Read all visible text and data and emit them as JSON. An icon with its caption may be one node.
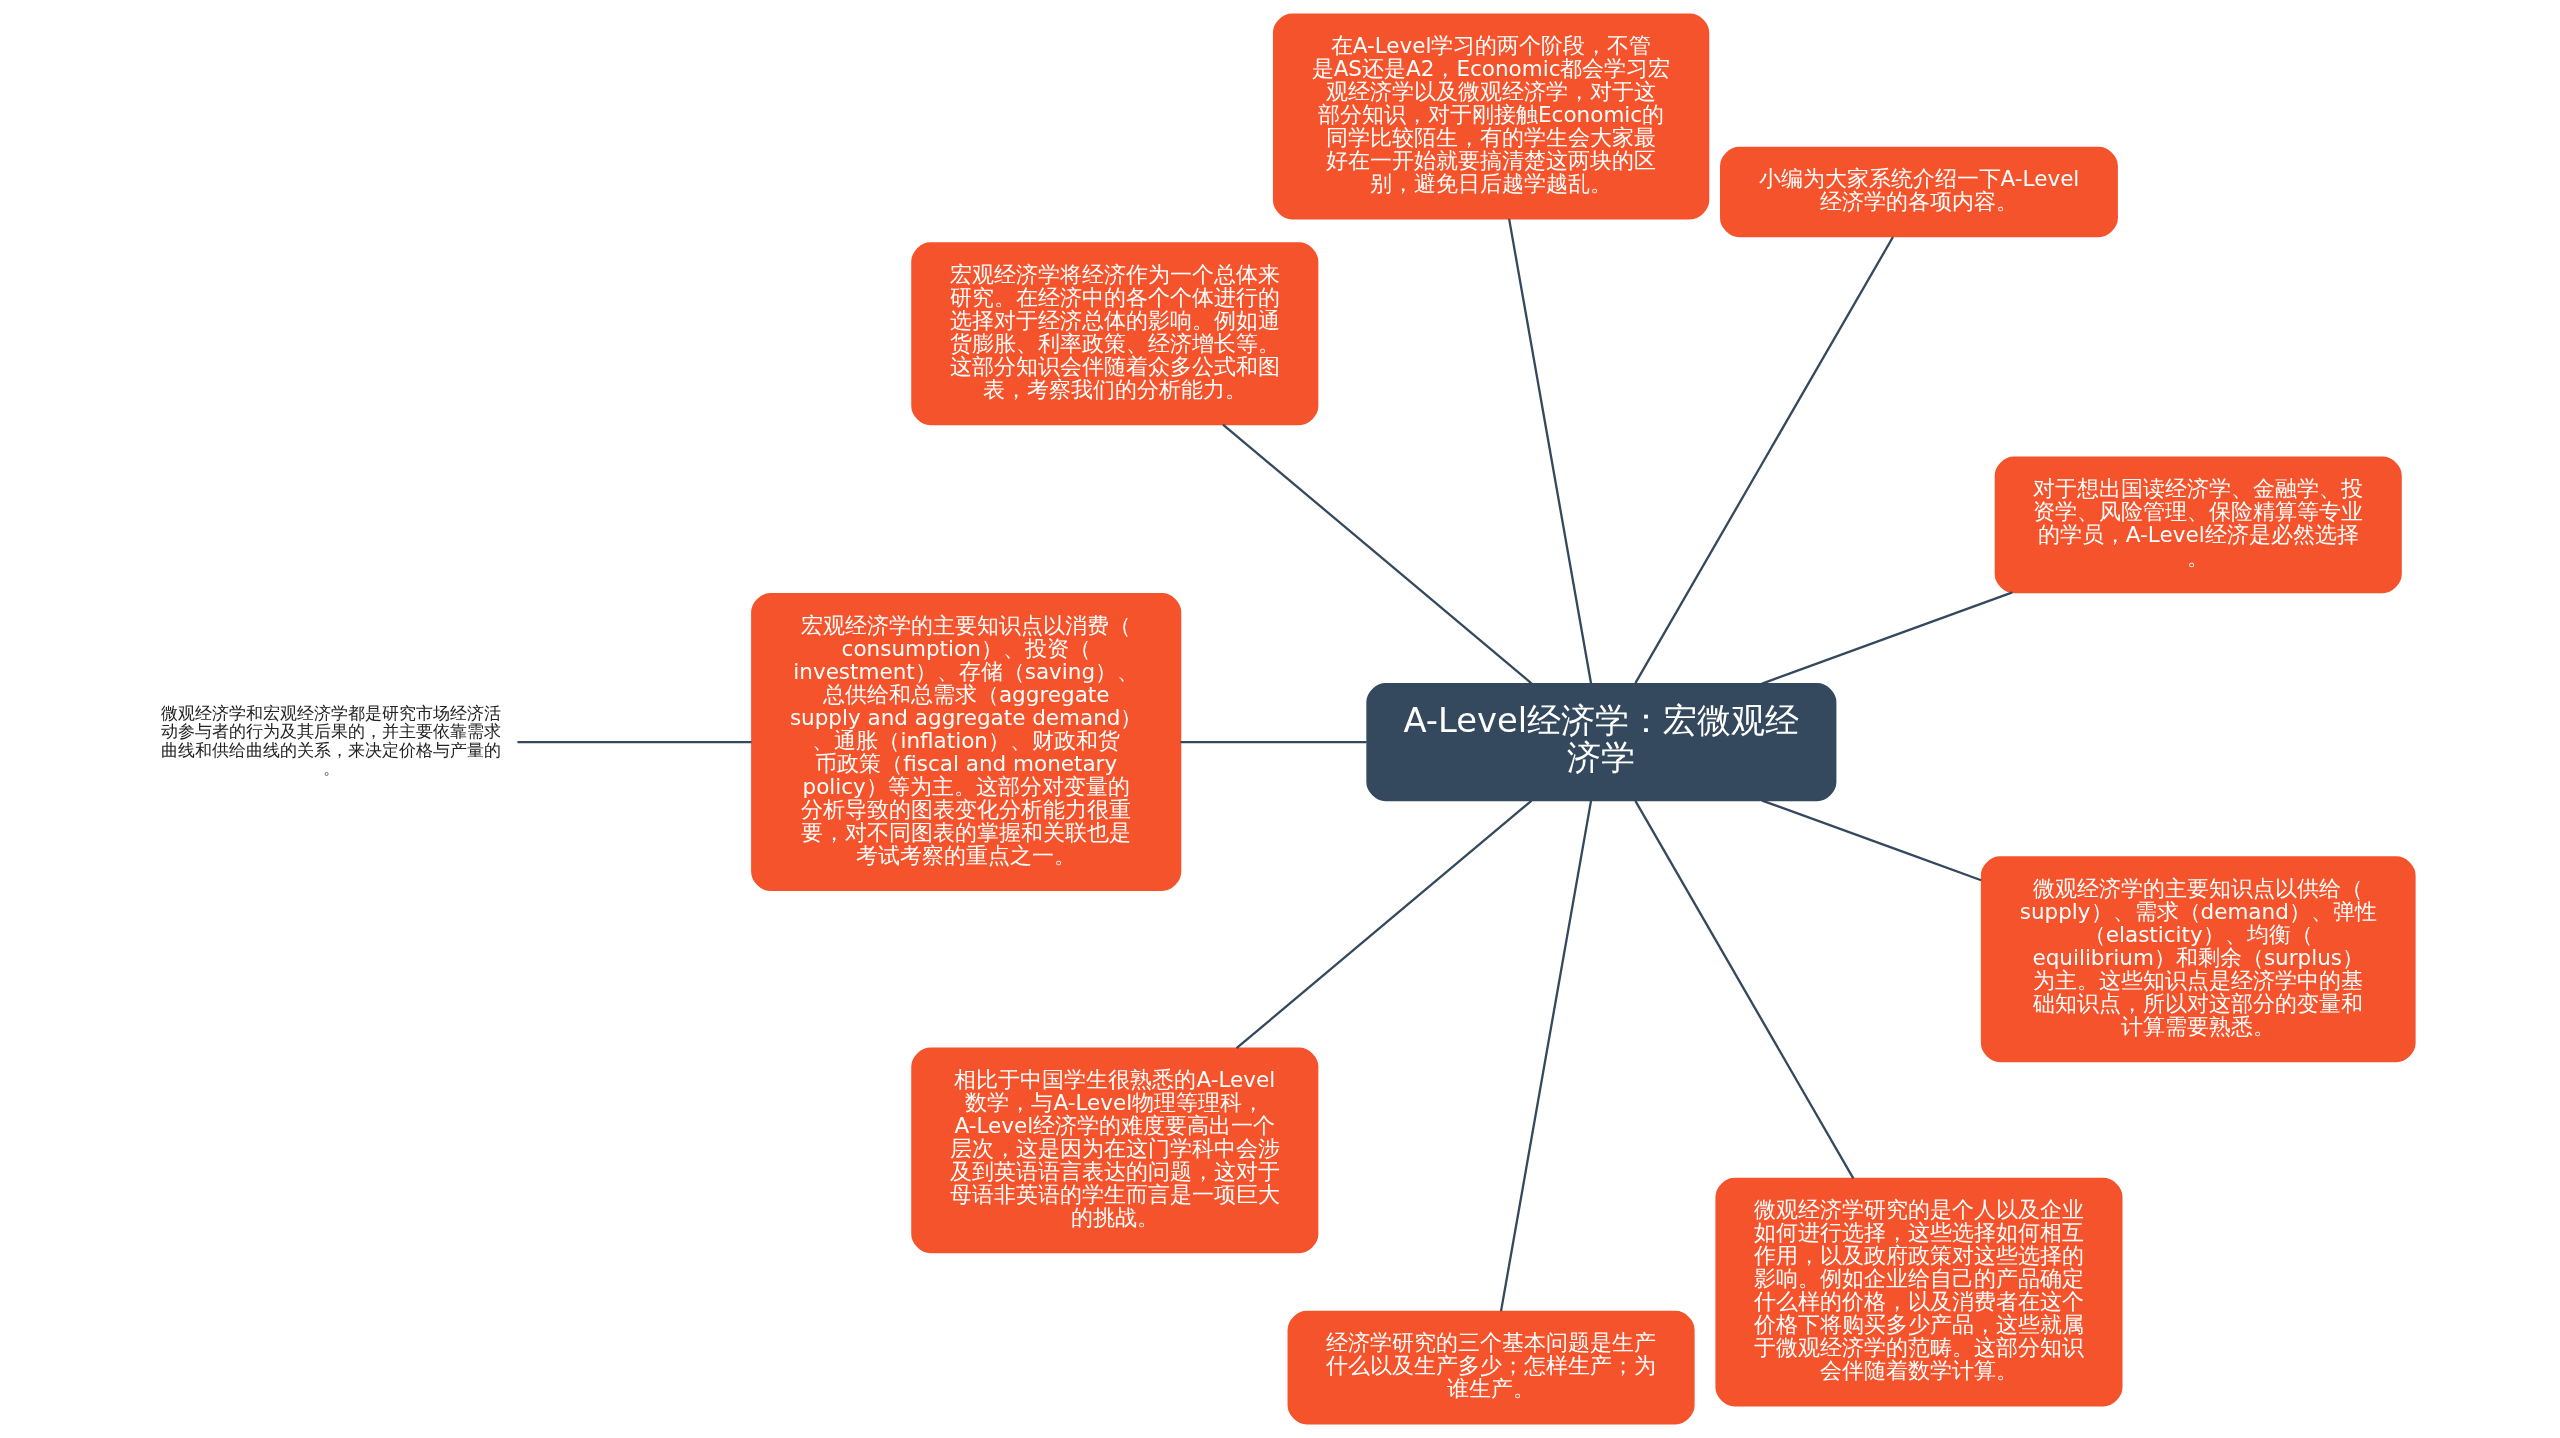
{
  "diagram": {
    "nodes": [
      {
        "text": [
          "A-Level经济学：宏微观经济学"
        ]
      },
      {
        "text": [
          "对于想出国读经济学、金融学、投资学、风险管理、保险精算等专业的学员，A-Level经济是必然选择。"
        ]
      },
      {
        "text": [
          "小编为大家系统介绍一下A-Level经济学的各项内容。"
        ]
      },
      {
        "text": [
          "在A-Level学习的两个阶段，不管是AS还是A2，Economic都会学习宏观经济学以及微观经济学，对于这部分知识，对于刚接触Economic的同学比较陌生，有的学生会大家最好在一开始就要搞清楚这两块的区别，避免日后越学越乱。"
        ]
      },
      {
        "text": [
          "宏观经济学将经济作为一个总体来研究。在经济中的各个个体进行的选择对于经济总体的影响。例如通货膨胀、利率政策、经济增长等。这部分知识会伴随着众多公式和图表，考察我们的分析能力。"
        ]
      },
      {
        "text": [
          "宏观经济学的主要知识点以消费（consumption）、投资（investment）、存储（saving）、总供给和总需求（aggregate supply and aggregate demand）、通胀（inflation）、财政和货币政策（fiscal and monetary policy）等为主。这部分对变量的分析导致的图表变化分析能力很重要，对不同图表的掌握和关联也是考试考察的重点之一。"
        ]
      },
      {
        "text": [
          "微观经济学和宏观经济学都是研究市场经济活动参与者的行为及其后果的，并主要依靠需求曲线和供给曲线的关系，来决定价格与产量的。"
        ]
      },
      {
        "text": [
          "相比于中国学生很熟悉的A-Level数学，与A-Level物理等理科，A-Level经济学的难度要高出一个层次，这是因为在这门学科中会涉及到英语语言表达的问题，这对于母语非英语的学生而言是一项巨大的挑战。"
        ]
      },
      {
        "text": [
          "经济学研究的三个基本问题是生产什么以及生产多少；怎样生产；为谁生产。"
        ]
      },
      {
        "text": [
          "微观经济学研究的是个人以及企业如何进行选择，这些选择如何相互作用，以及政府政策对这些选择的影响。例如企业给自己的产品确定什么样的价格，以及消费者在这个价格下将购买多少产品，这些就属于微观经济学的范畴。这部分知识会伴随着数学计算。"
        ]
      },
      {
        "text": [
          "微观经济学的主要知识点以供给（supply）、需求（demand）、弹性（elasticity）、均衡（equilibrium）和剩余（surplus）为主。这些知识点是经济学中的基础知识点，所以对这部分的变量和计算需要熟悉。"
        ]
      }
    ],
    "edges": [
      {
        "from": 0,
        "to": 1,
        "arrow": "none"
      },
      {
        "from": 0,
        "to": 2,
        "arrow": "none"
      },
      {
        "from": 0,
        "to": 3,
        "arrow": "none"
      },
      {
        "from": 0,
        "to": 4,
        "arrow": "none"
      },
      {
        "from": 0,
        "to": 5,
        "arrow": "none"
      },
      {
        "from": 5,
        "to": 6,
        "arrow": "none"
      },
      {
        "from": 0,
        "to": 7,
        "arrow": "none"
      },
      {
        "from": 0,
        "to": 8,
        "arrow": "none"
      },
      {
        "from": 0,
        "to": 9,
        "arrow": "none"
      },
      {
        "from": 0,
        "to": 10,
        "arrow": "none"
      }
    ]
  }
}
